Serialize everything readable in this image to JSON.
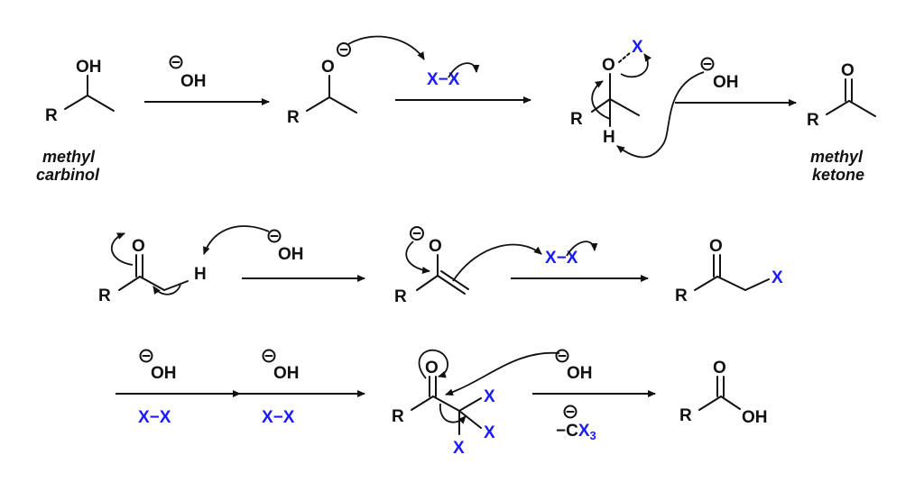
{
  "atoms": {
    "oh": "OH",
    "o": "O",
    "h": "H",
    "r": "R",
    "x": "X",
    "c": "C",
    "minus_sign": "−",
    "x2_reagent": "X−X",
    "sub3": "3"
  },
  "labels": {
    "methyl_carbinol": [
      "methyl",
      "carbinol"
    ],
    "methyl_ketone": [
      "methyl",
      "ketone"
    ]
  },
  "colors": {
    "ink": "#111111",
    "halogen": "#1a1aff"
  }
}
